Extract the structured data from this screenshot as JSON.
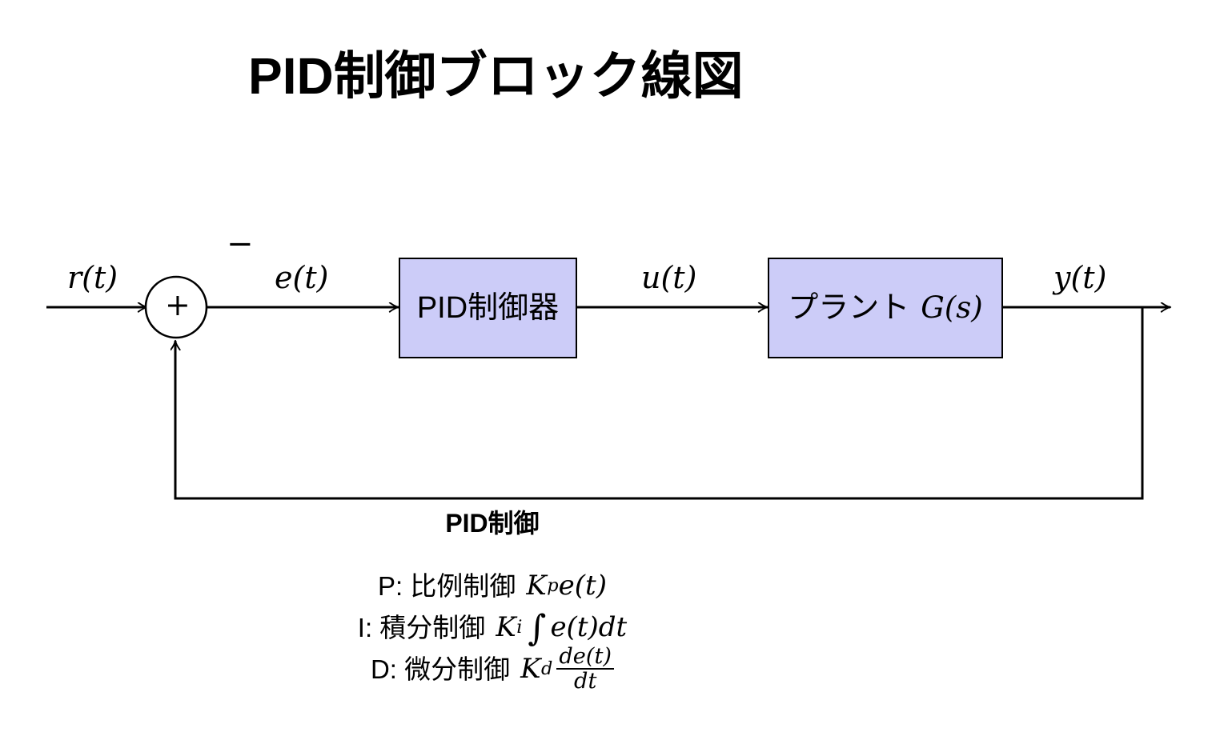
{
  "page": {
    "title": "PID制御ブロック線図",
    "background_color": "#ffffff",
    "line_color": "#000000",
    "block_fill_color": "#ccccf8",
    "block_border_color": "#000000"
  },
  "diagram": {
    "type": "control-block-diagram",
    "signals": {
      "reference": "r(t)",
      "error": "e(t)",
      "control": "u(t)",
      "output": "y(t)"
    },
    "summing_junction": {
      "positive_sign": "+",
      "negative_sign": "−",
      "inputs": [
        "r(t)",
        "y(t)"
      ],
      "output": "e(t)"
    },
    "blocks": [
      {
        "id": "pid",
        "label": "PID制御器",
        "math": ""
      },
      {
        "id": "plant",
        "label": "プラント",
        "math": "G(s)"
      }
    ],
    "feedback": {
      "from": "y(t)",
      "to": "summing_junction",
      "sign": "negative"
    }
  },
  "caption": {
    "heading": "PID制御",
    "terms": [
      {
        "prefix": "P: 比例制御",
        "gain": "K",
        "gain_sub": "p",
        "expression": "e(t)",
        "kind": "proportional"
      },
      {
        "prefix": "I: 積分制御",
        "gain": "K",
        "gain_sub": "i",
        "integral_symbol": "∫",
        "expression": "e(t)dt",
        "kind": "integral"
      },
      {
        "prefix": "D: 微分制御",
        "gain": "K",
        "gain_sub": "d",
        "fraction_numerator": "de(t)",
        "fraction_denominator": "dt",
        "kind": "derivative"
      }
    ]
  }
}
